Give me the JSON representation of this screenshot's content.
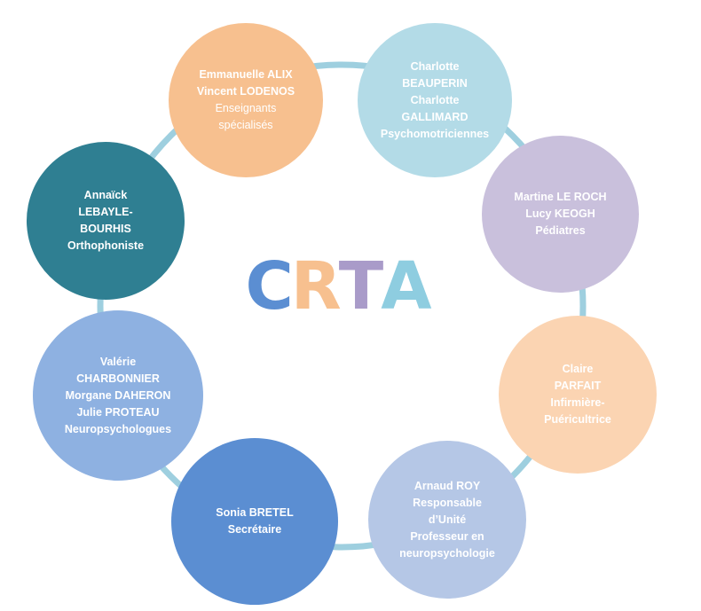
{
  "title": {
    "letters": [
      {
        "char": "C",
        "color": "#5b8ed2"
      },
      {
        "char": "R",
        "color": "#f7c08f"
      },
      {
        "char": "T",
        "color": "#a99bc9"
      },
      {
        "char": "A",
        "color": "#8ecde0"
      }
    ]
  },
  "ring_color": "#9ecfdf",
  "nodes": {
    "alix": {
      "lines": [
        "Emmanuelle ALIX",
        "Vincent LODENOS",
        "Enseignants",
        "spécialisés"
      ],
      "color": "#f7c08f"
    },
    "beauperin": {
      "lines": [
        "Charlotte",
        "BEAUPERIN",
        "Charlotte",
        "GALLIMARD",
        "Psychomotriciennes"
      ],
      "color": "#b3dbe7"
    },
    "leroch": {
      "lines": [
        "Martine LE ROCH",
        "Lucy KEOGH",
        "Pédiatres"
      ],
      "color": "#c9c0dc"
    },
    "parfait": {
      "lines": [
        "Claire",
        "PARFAIT",
        "Infirmière-",
        "Puéricultrice"
      ],
      "color": "#fbd4b2"
    },
    "roy": {
      "lines": [
        "Arnaud ROY",
        "Responsable",
        "d’Unité",
        "Professeur en",
        "neuropsychologie"
      ],
      "color": "#b5c7e6"
    },
    "bretel": {
      "lines": [
        "Sonia BRETEL",
        "Secrétaire"
      ],
      "color": "#5b8ed2"
    },
    "neuro": {
      "lines": [
        "Valérie",
        "CHARBONNIER",
        "Morgane DAHERON",
        "Julie PROTEAU",
        "Neuropsychologues"
      ],
      "color": "#8eb1e1"
    },
    "lebayle": {
      "lines": [
        "Annaïck",
        "LEBAYLE-",
        "BOURHIS",
        "Orthophoniste"
      ],
      "color": "#2f7f92"
    }
  }
}
